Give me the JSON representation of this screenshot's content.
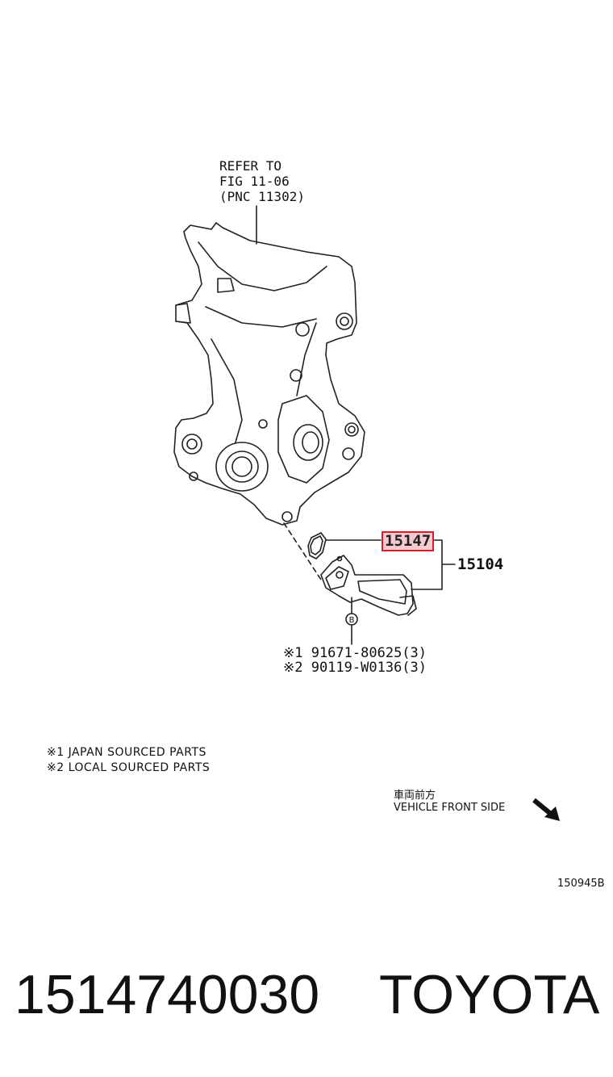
{
  "diagram": {
    "refer_label": "REFER TO\nFIG 11-06\n(PNC 11302)",
    "highlighted_part": "15147",
    "assembly_part": "15104",
    "callout_letter": "B",
    "bolt_lines": [
      "※1 91671-80625(3)",
      "※2 90119-W0136(3)"
    ],
    "notes": [
      "※1 JAPAN SOURCED PARTS",
      "※2 LOCAL SOURCED PARTS"
    ],
    "vehicle_front": {
      "line1": "車両前方",
      "line2": "VEHICLE FRONT SIDE"
    },
    "figure_code": "150945B",
    "colors": {
      "highlight_border": "#d21f2b",
      "highlight_fill": "#f6c9cf",
      "ink": "#111111"
    }
  },
  "footer": {
    "part_number": "1514740030",
    "brand": "TOYOTA"
  }
}
